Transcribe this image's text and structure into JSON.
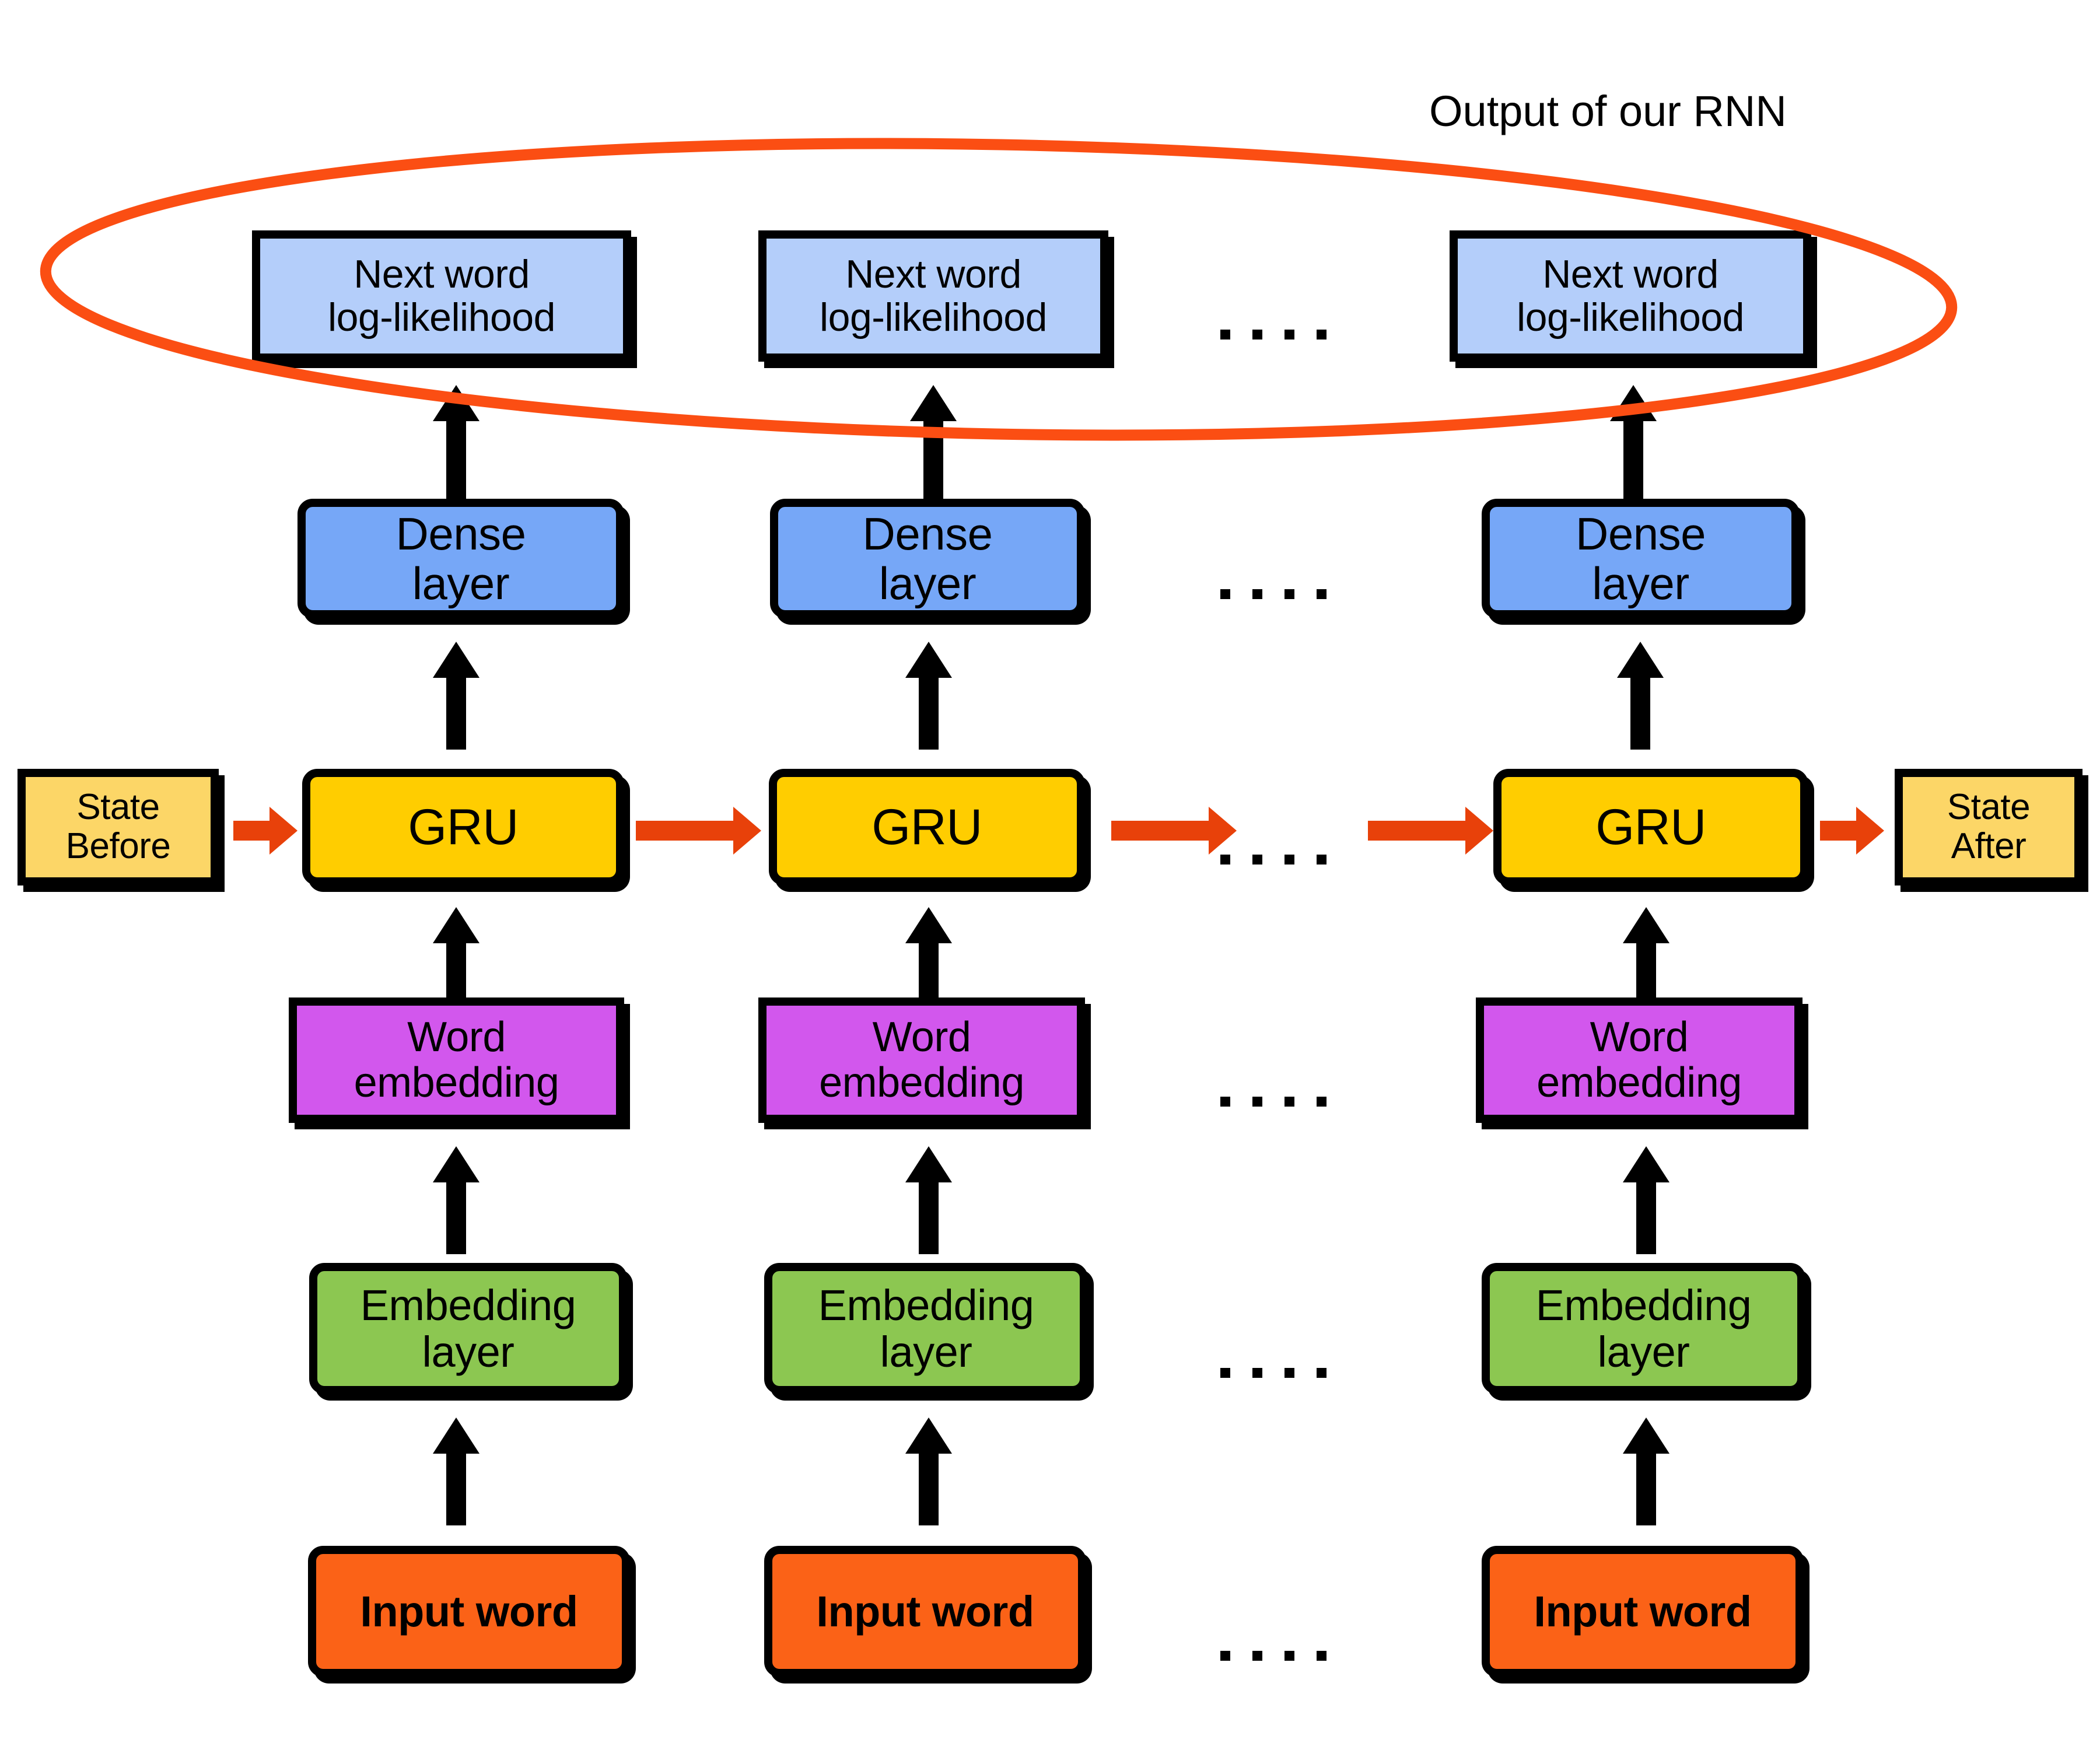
{
  "diagram": {
    "title": "Recurrent Neural Network (GRU) language-model unrolled diagram",
    "caption": "Output of our RNN",
    "highlight_color": "#fb4e13",
    "arrow_color_vertical": "#000000",
    "arrow_color_horizontal": "#e8410a",
    "ellipsis": "....",
    "state_before": "State\nBefore",
    "state_after": "State\nAfter",
    "colors": {
      "next_word": "#b4cefa",
      "dense_layer": "#76a7f7",
      "gru": "#ffcd00",
      "state": "#fcd667",
      "word_embedding": "#d257ed",
      "embedding_layer": "#8cc751",
      "input_word": "#fb6217",
      "border": "#000000"
    },
    "rows": [
      {
        "id": "next-word",
        "label": "Next word\nlog-likelihood"
      },
      {
        "id": "dense-layer",
        "label": "Dense\nlayer"
      },
      {
        "id": "gru",
        "label": "GRU"
      },
      {
        "id": "word-embedding",
        "label": "Word\nembedding"
      },
      {
        "id": "embedding-layer",
        "label": "Embedding\nlayer"
      },
      {
        "id": "input-word",
        "label": "Input word"
      }
    ],
    "timesteps": [
      {
        "index": 1,
        "name": "timestep-1"
      },
      {
        "index": 2,
        "name": "timestep-2"
      },
      {
        "index": 3,
        "name": "timestep-n"
      }
    ]
  }
}
